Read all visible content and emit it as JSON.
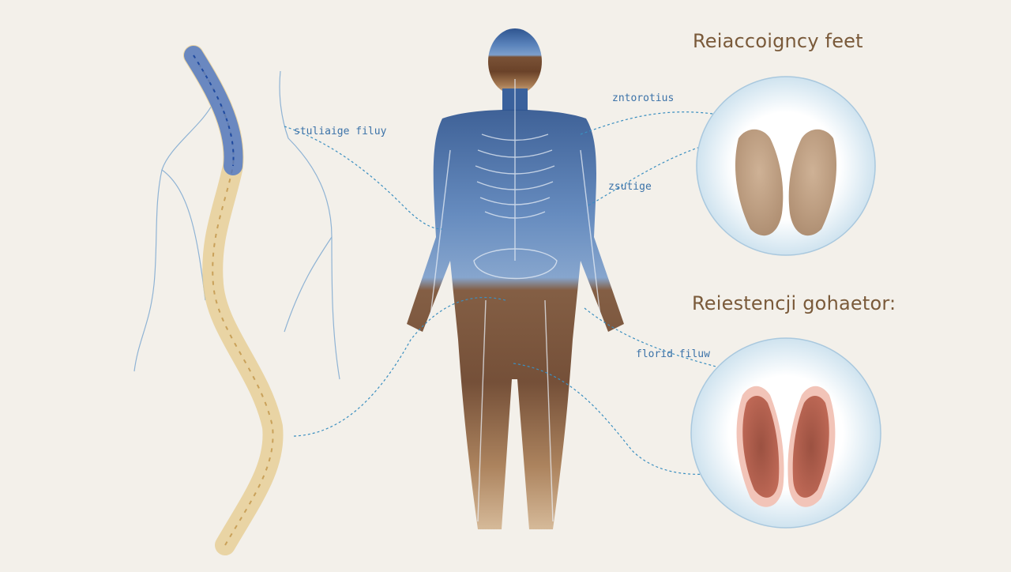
{
  "headings": {
    "top": "Reiaccoigncy feet",
    "bottom": "Reiestencji gohaetor:"
  },
  "callouts": {
    "spine_label": "stuliaige filuy",
    "shoulder_label": "zntorotius",
    "arm_label": "zsutige",
    "hip_label": "florid filuw"
  },
  "colors": {
    "background": "#f3f0ea",
    "heading": "#7a5a3a",
    "callout_line": "#3b8fc0",
    "upper_body_blue": "#4a74ad",
    "lower_body_brown": "#6e4a30",
    "spine_gold": "#d8b56a",
    "spine_blue": "#3f6fc9"
  }
}
